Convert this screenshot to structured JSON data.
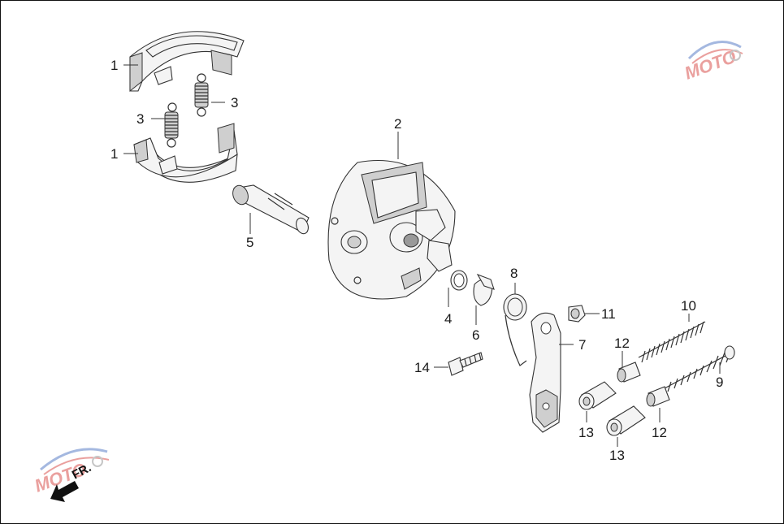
{
  "diagram": {
    "callouts": [
      {
        "id": "c1a",
        "label": "1"
      },
      {
        "id": "c1b",
        "label": "1"
      },
      {
        "id": "c2",
        "label": "2"
      },
      {
        "id": "c3a",
        "label": "3"
      },
      {
        "id": "c3b",
        "label": "3"
      },
      {
        "id": "c4",
        "label": "4"
      },
      {
        "id": "c5",
        "label": "5"
      },
      {
        "id": "c6",
        "label": "6"
      },
      {
        "id": "c7",
        "label": "7"
      },
      {
        "id": "c8",
        "label": "8"
      },
      {
        "id": "c9",
        "label": "9"
      },
      {
        "id": "c10",
        "label": "10"
      },
      {
        "id": "c11",
        "label": "11"
      },
      {
        "id": "c12a",
        "label": "12"
      },
      {
        "id": "c12b",
        "label": "12"
      },
      {
        "id": "c13a",
        "label": "13"
      },
      {
        "id": "c13b",
        "label": "13"
      },
      {
        "id": "c14",
        "label": "14"
      }
    ],
    "direction_label": "FR.",
    "watermark_text": "MOTO",
    "colors": {
      "line": "#333333",
      "part_fill": "#f4f4f4",
      "watermark_red": "#d9534f",
      "watermark_blue": "#5b7fc7"
    }
  }
}
